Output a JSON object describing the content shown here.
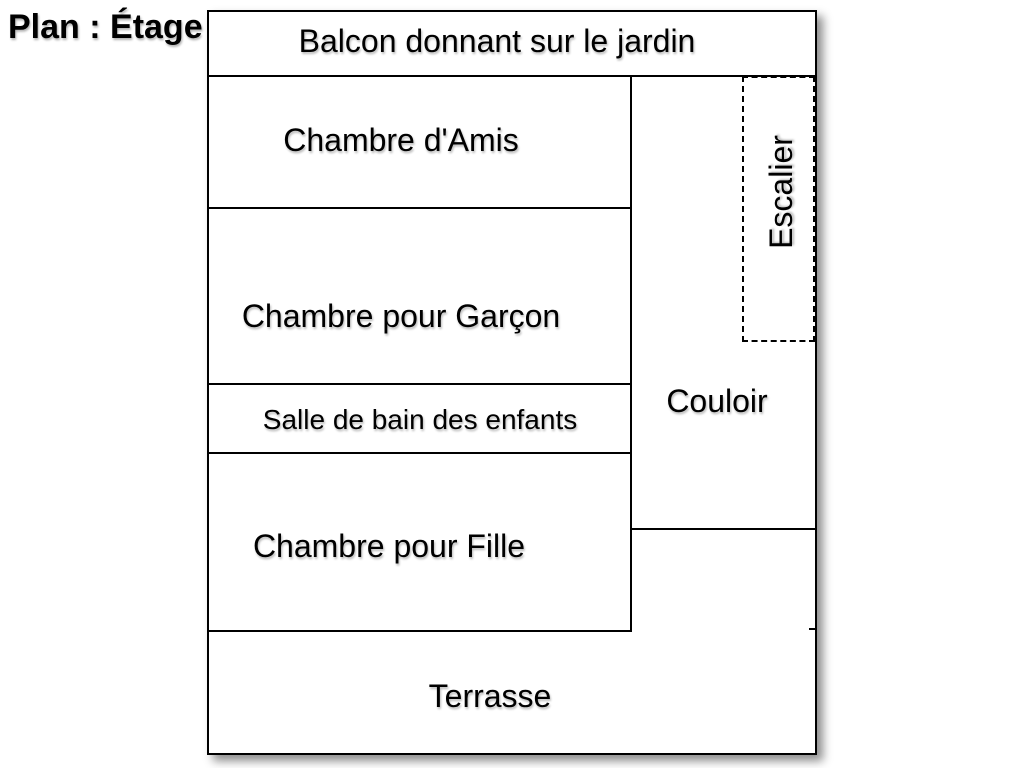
{
  "title": "Plan : Étage",
  "rooms": {
    "balcony": {
      "label": "Balcon donnant sur le jardin"
    },
    "guest_bedroom": {
      "label": "Chambre d'Amis"
    },
    "boy_bedroom": {
      "label": "Chambre pour Garçon"
    },
    "kids_bathroom": {
      "label": "Salle de bain des enfants"
    },
    "girl_bedroom": {
      "label": "Chambre pour Fille"
    },
    "corridor": {
      "label": "Couloir"
    },
    "stairs": {
      "label": "Escalier"
    },
    "terrace": {
      "label": "Terrasse"
    }
  },
  "colors": {
    "wall": "#000000",
    "background": "#ffffff",
    "text": "#000000"
  }
}
